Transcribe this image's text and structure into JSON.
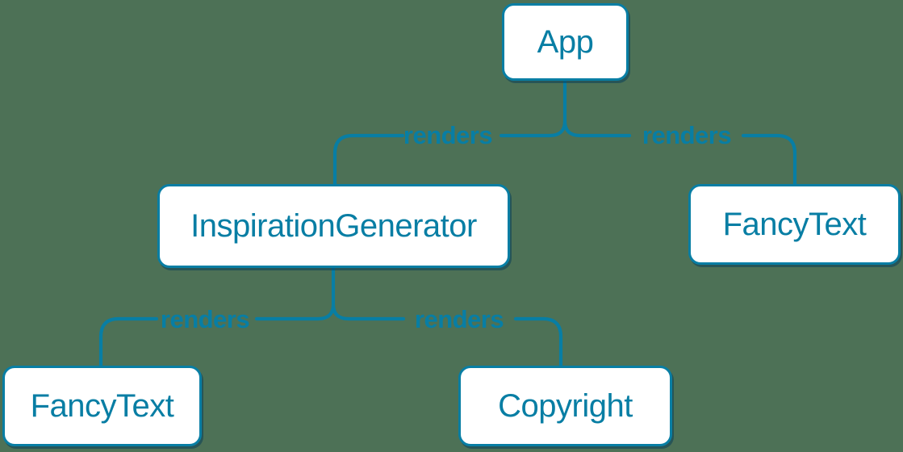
{
  "diagram": {
    "type": "component-render-tree",
    "colors": {
      "accent": "#087ea4",
      "background": "#4d7156",
      "node_background": "#ffffff",
      "node_shadow": "#093e59"
    },
    "nodes": [
      {
        "id": "app",
        "label": "App"
      },
      {
        "id": "inspiration-generator",
        "label": "InspirationGenerator"
      },
      {
        "id": "fancy-text-right",
        "label": "FancyText"
      },
      {
        "id": "fancy-text-left",
        "label": "FancyText"
      },
      {
        "id": "copyright",
        "label": "Copyright"
      }
    ],
    "edges": [
      {
        "from": "App",
        "to": "InspirationGenerator",
        "label": "renders"
      },
      {
        "from": "App",
        "to": "FancyText",
        "label": "renders"
      },
      {
        "from": "InspirationGenerator",
        "to": "FancyText",
        "label": "renders"
      },
      {
        "from": "InspirationGenerator",
        "to": "Copyright",
        "label": "renders"
      }
    ]
  }
}
